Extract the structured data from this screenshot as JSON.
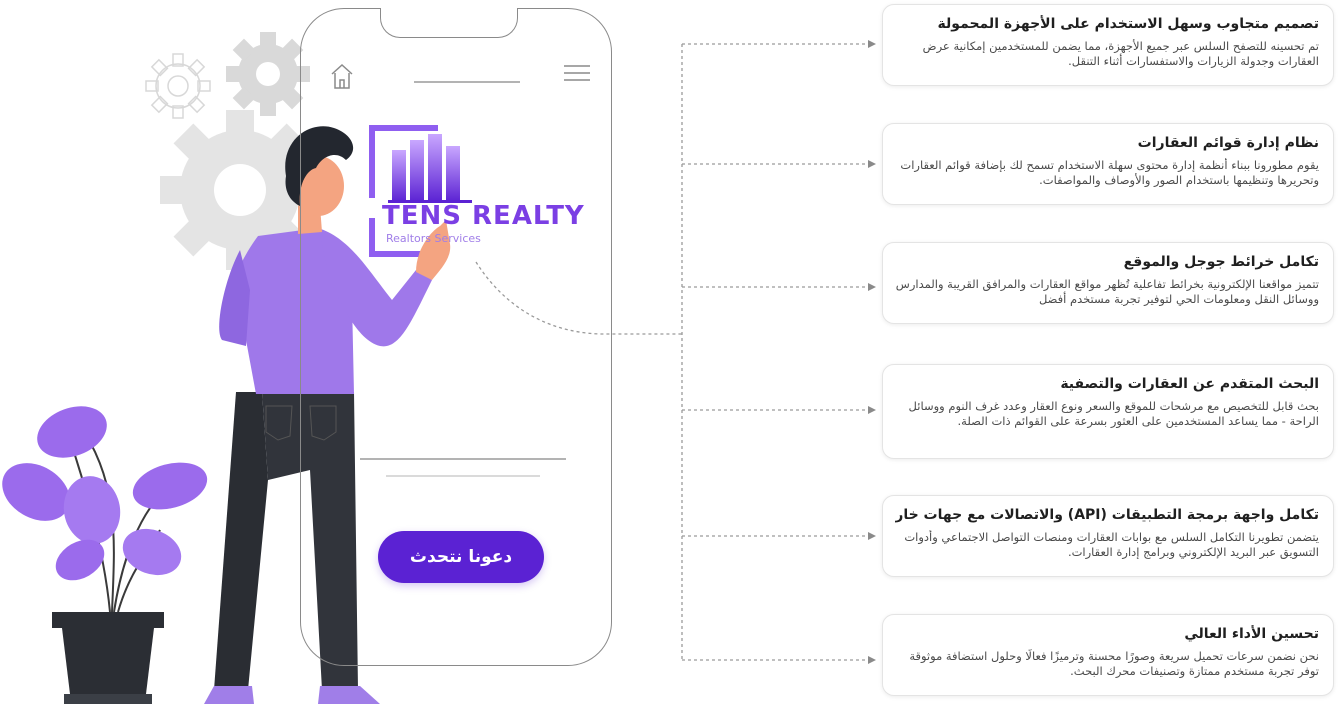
{
  "logo": {
    "brand": "TENS REALTY",
    "tagline": "Realtors Services",
    "brand_color": "#7b3fe4"
  },
  "cta": {
    "label": "دعونا نتحدث",
    "color": "#5b22d3"
  },
  "features": [
    {
      "title": "تصميم متجاوب وسهل الاستخدام على الأجهزة المحمولة",
      "description": "تم تحسينه للتصفح السلس عبر جميع الأجهزة، مما يضمن للمستخدمين إمكانية عرض العقارات وجدولة الزيارات والاستفسارات أثناء التنقل."
    },
    {
      "title": "نظام إدارة قوائم العقارات",
      "description": "يقوم مطورونا ببناء أنظمة إدارة محتوى سهلة الاستخدام تسمح لك بإضافة قوائم العقارات وتحريرها وتنظيمها باستخدام الصور والأوصاف والمواصفات."
    },
    {
      "title": "تكامل خرائط جوجل والموقع",
      "description": "تتميز مواقعنا الإلكترونية بخرائط تفاعلية تُظهر مواقع العقارات والمرافق القريبة والمدارس ووسائل النقل ومعلومات الحي لتوفير تجربة مستخدم أفضل"
    },
    {
      "title": "البحث المتقدم عن العقارات والتصفية",
      "description": "بحث قابل للتخصيص مع مرشحات للموقع والسعر ونوع العقار وعدد غرف النوم ووسائل الراحة - مما يساعد المستخدمين على العثور بسرعة على القوائم ذات الصلة."
    },
    {
      "title": "تكامل واجهة برمجة التطبيقات (API) والاتصالات مع جهات خارجية",
      "description": "يتضمن تطويرنا التكامل السلس مع بوابات العقارات ومنصات التواصل الاجتماعي وأدوات التسويق عبر البريد الإلكتروني وبرامج إدارة العقارات."
    },
    {
      "title": "تحسين الأداء العالي",
      "description": "نحن نضمن سرعات تحميل سريعة وصورًا محسنة وترميزًا فعالًا وحلول استضافة موثوقة توفر تجربة مستخدم ممتازة وتصنيفات محرك البحث."
    }
  ],
  "icons": {
    "home": "home-icon",
    "menu": "hamburger-menu-icon",
    "gear": "gear-icon"
  },
  "colors": {
    "purple_light": "#a07ee8",
    "purple_dark": "#5b22d3",
    "gear_gray": "#e2e2e2",
    "pants": "#2a2d33",
    "hair": "#23272f",
    "skin": "#f4a481"
  }
}
